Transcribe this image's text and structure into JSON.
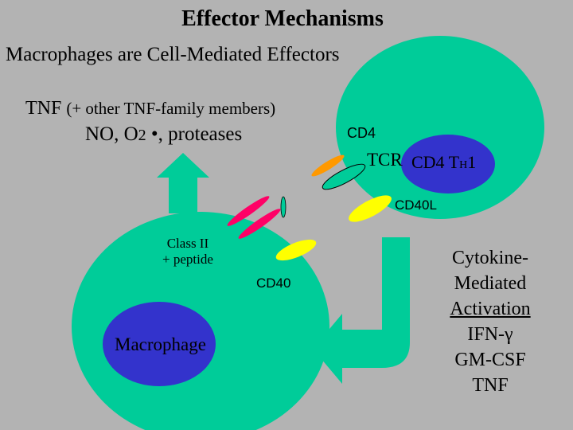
{
  "title": "Effector Mechanisms",
  "subtitle": "Macrophages are Cell-Mediated Effectors",
  "effector_products": {
    "tnf": "TNF",
    "tnf_note": "(+ other TNF-family members)",
    "no_line_prefix": "NO, O",
    "o2_subscript": "2",
    "no_line_suffix": " •, proteases"
  },
  "t_cell": {
    "cd4_label": "CD4",
    "tcr_label": "TCR",
    "nucleus_label_main": "CD4 T",
    "nucleus_label_sub": "H",
    "nucleus_label_end": "1",
    "cd40l_label": "CD40L"
  },
  "macrophage": {
    "class_ii_line1": "Class II",
    "class_ii_line2": "+ peptide",
    "cd40_label": "CD40",
    "nucleus_label": "Macrophage"
  },
  "cytokines": {
    "line1": "Cytokine-",
    "line2": "Mediated",
    "line3": "Activation",
    "line4": "IFN-γ",
    "line5": "GM-CSF",
    "line6": "TNF"
  },
  "colors": {
    "background": "#b3b3b3",
    "cell": "#00cc99",
    "nucleus": "#3333cc",
    "receptor_pink": "#ff0066",
    "ligand_yellow": "#ffff00",
    "tcr_orange": "#ff9900"
  }
}
